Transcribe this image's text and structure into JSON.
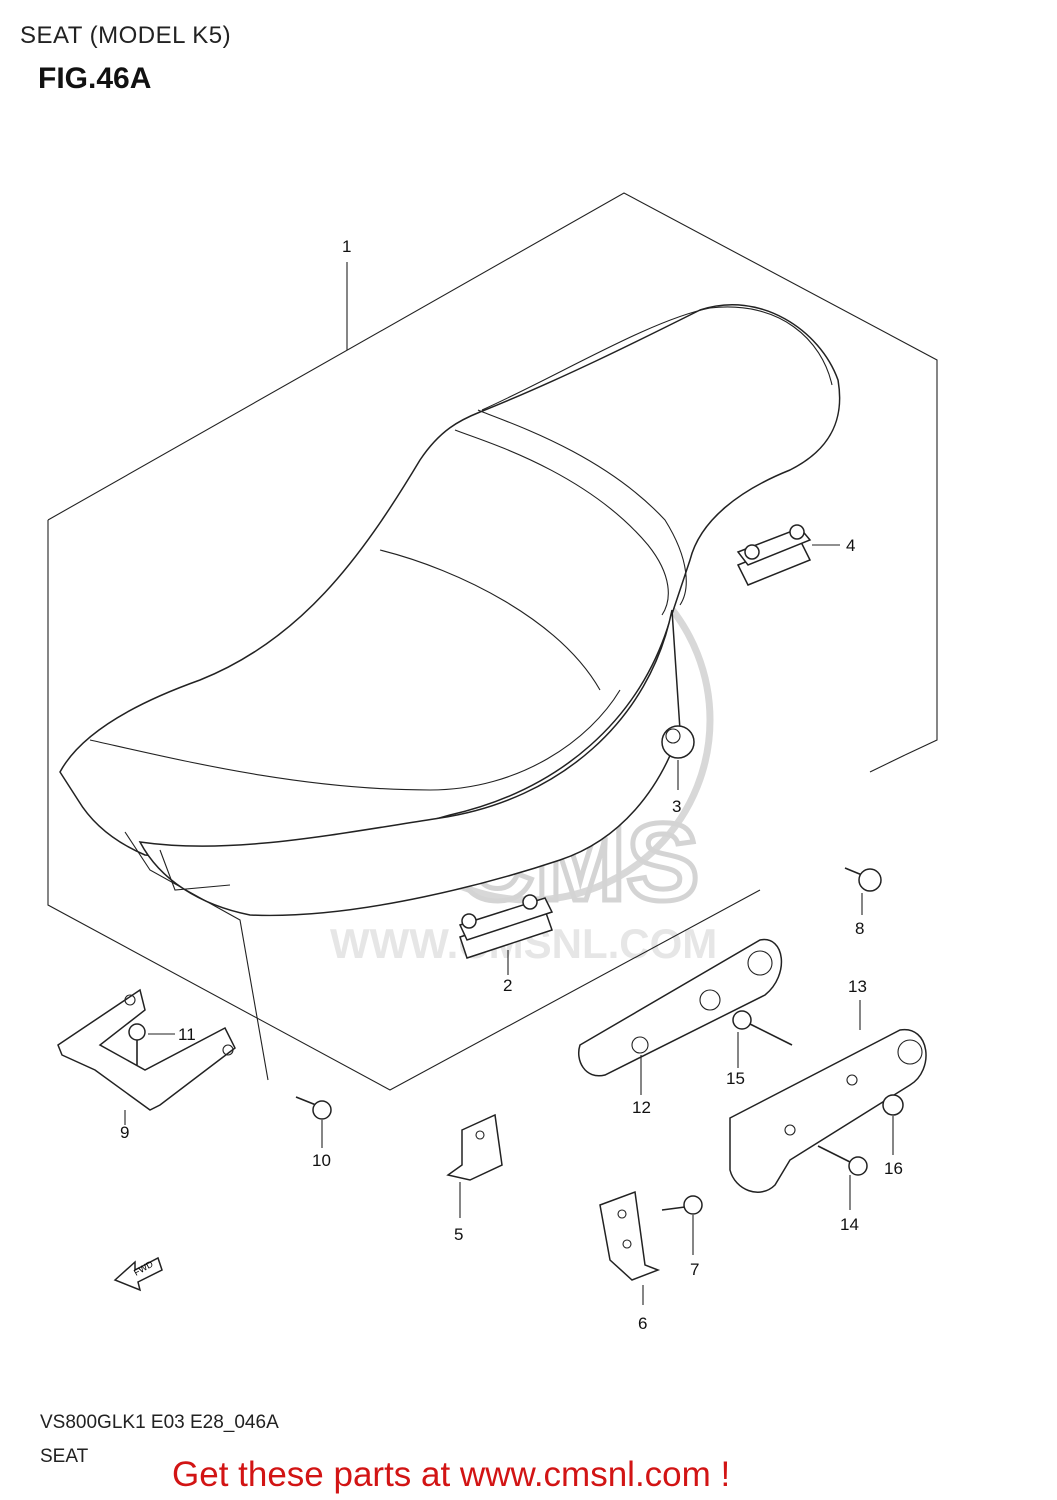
{
  "header": {
    "section_title": "SEAT (MODEL K5)",
    "figure": "FIG.46A"
  },
  "footer": {
    "model_code": "VS800GLK1 E03 E28_046A",
    "page_name": "SEAT"
  },
  "watermark": {
    "text": "WWW.CMSNL.COM",
    "logo_text": "CMS"
  },
  "promo_text": "Get these parts at www.cmsnl.com !",
  "promo_color": "#d21414",
  "fwd_arrow_label": "FWD",
  "callouts": [
    "1",
    "2",
    "3",
    "4",
    "5",
    "6",
    "7",
    "8",
    "9",
    "10",
    "11",
    "12",
    "13",
    "14",
    "15",
    "16"
  ]
}
